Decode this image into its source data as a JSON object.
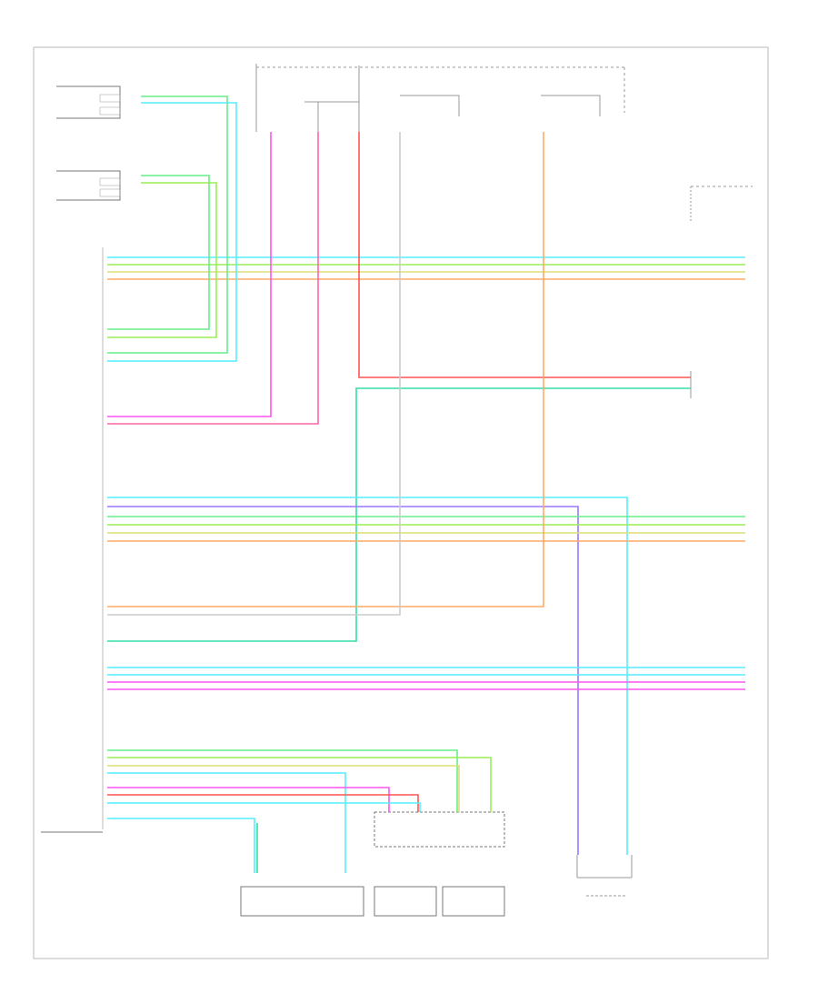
{
  "diagram": {
    "frame_label": "",
    "module_label": "",
    "colors": {
      "frame": "#bbbbbb",
      "text": "#555555",
      "box": "#777777",
      "magenta": "#ff55ee",
      "pink": "#ff66aa",
      "red": "#ff5555",
      "cyan": "#55eeff",
      "green": "#66ee88",
      "lime": "#99ee55",
      "yellow": "#dddd77",
      "orange": "#ffaa66",
      "purple": "#9977ff",
      "teal": "#33ddaa",
      "grey": "#cccccc"
    },
    "wires": [
      {
        "name": "wire-cyan-top-1",
        "color": "cyan"
      },
      {
        "name": "wire-lime-top-2",
        "color": "lime"
      },
      {
        "name": "wire-yellow-top-3",
        "color": "yellow"
      },
      {
        "name": "wire-orange-top-4",
        "color": "orange"
      },
      {
        "name": "wire-green-5",
        "color": "green"
      },
      {
        "name": "wire-lime-6",
        "color": "lime"
      },
      {
        "name": "wire-green-7",
        "color": "green"
      },
      {
        "name": "wire-cyan-8",
        "color": "cyan"
      },
      {
        "name": "wire-red-9",
        "color": "red"
      },
      {
        "name": "wire-teal-10",
        "color": "teal"
      },
      {
        "name": "wire-magenta-11",
        "color": "magenta"
      },
      {
        "name": "wire-pink-12",
        "color": "pink"
      },
      {
        "name": "wire-cyan-13",
        "color": "cyan"
      },
      {
        "name": "wire-purple-14",
        "color": "purple"
      },
      {
        "name": "wire-green-15",
        "color": "green"
      },
      {
        "name": "wire-lime-16",
        "color": "lime"
      },
      {
        "name": "wire-yellow-17",
        "color": "yellow"
      },
      {
        "name": "wire-orange-18",
        "color": "orange"
      },
      {
        "name": "wire-orange-19",
        "color": "orange"
      },
      {
        "name": "wire-grey-20",
        "color": "grey"
      },
      {
        "name": "wire-teal-21",
        "color": "teal"
      },
      {
        "name": "wire-cyan-22",
        "color": "cyan"
      },
      {
        "name": "wire-cyan-23",
        "color": "cyan"
      },
      {
        "name": "wire-magenta-24",
        "color": "magenta"
      },
      {
        "name": "wire-magenta-25",
        "color": "magenta"
      },
      {
        "name": "wire-green-26",
        "color": "green"
      },
      {
        "name": "wire-lime-27",
        "color": "lime"
      },
      {
        "name": "wire-yellow-28",
        "color": "yellow"
      },
      {
        "name": "wire-cyan-29",
        "color": "cyan"
      },
      {
        "name": "wire-magenta-30",
        "color": "magenta"
      },
      {
        "name": "wire-red-31",
        "color": "red"
      },
      {
        "name": "wire-cyan-32",
        "color": "cyan"
      },
      {
        "name": "wire-cyan-33",
        "color": "cyan"
      }
    ]
  }
}
